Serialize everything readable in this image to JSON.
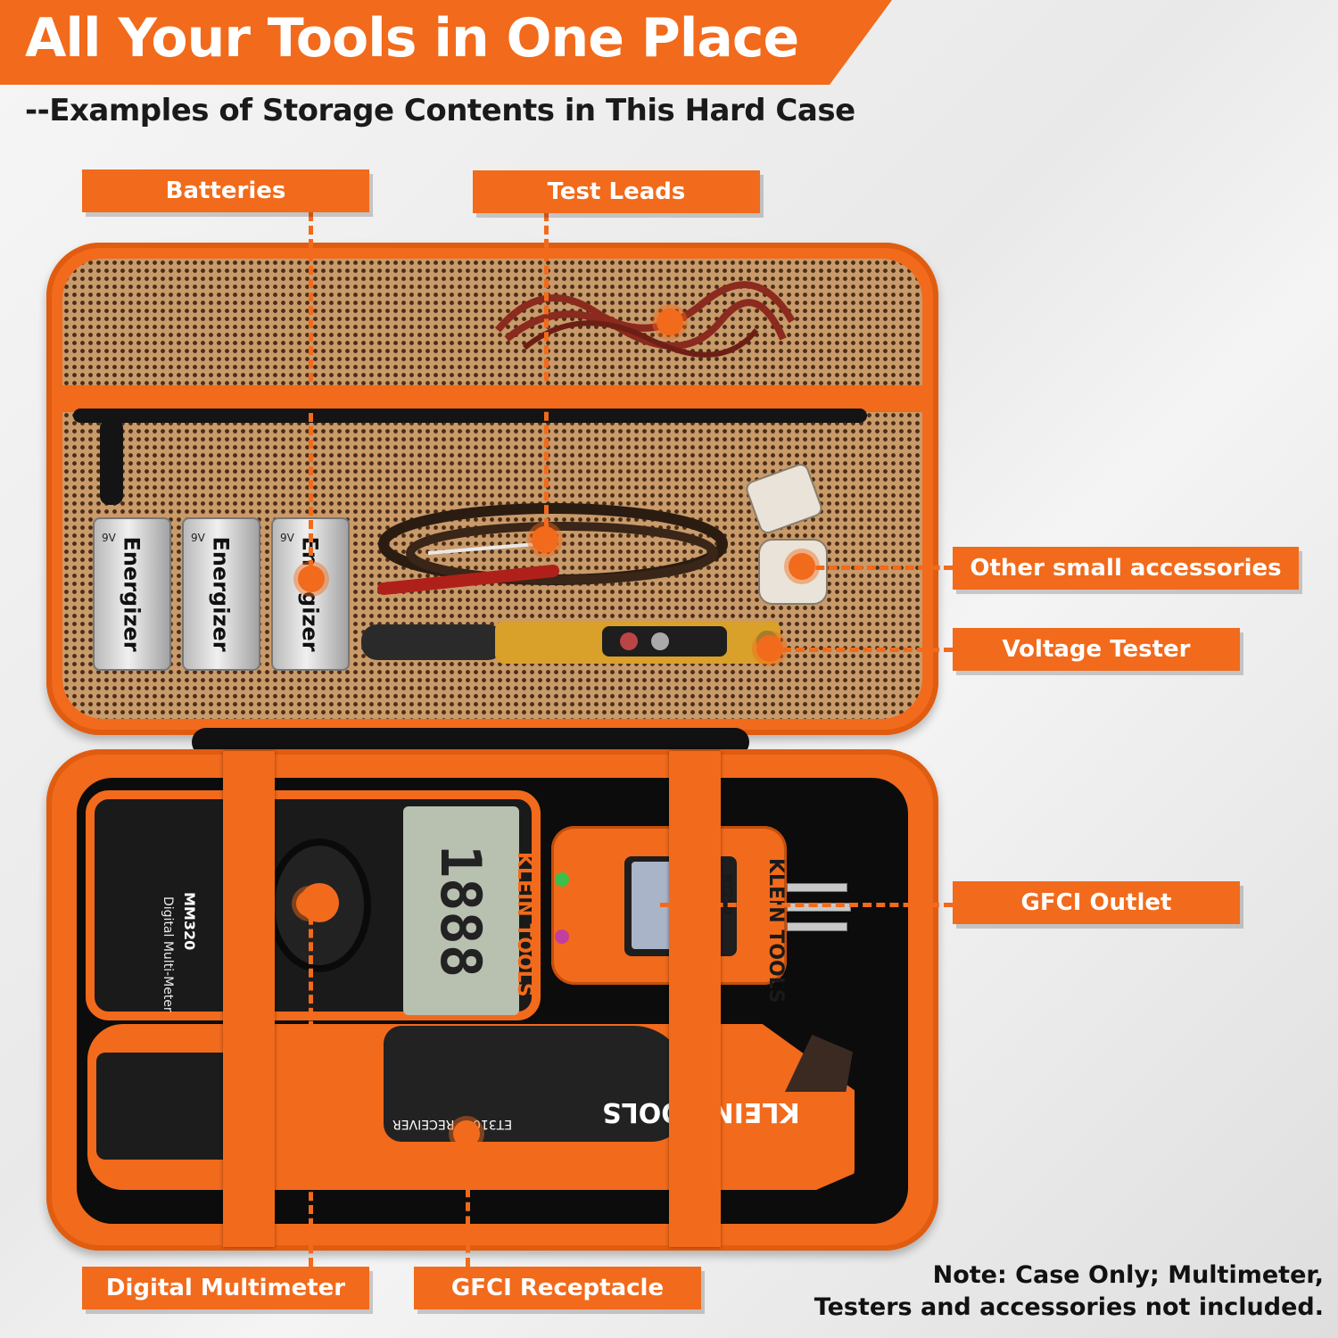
{
  "header": {
    "title": "All Your Tools in One Place",
    "subtitle": "--Examples of Storage Contents in This Hard Case"
  },
  "callouts": {
    "batteries": "Batteries",
    "test_leads": "Test Leads",
    "other_accessories": "Other small accessories",
    "voltage_tester": "Voltage Tester",
    "gfci_outlet": "GFCI Outlet",
    "digital_multimeter": "Digital Multimeter",
    "gfci_receptacle": "GFCI Receptacle"
  },
  "product_text": {
    "battery_brand": "Energizer",
    "battery_voltage": "9V",
    "meter_brand": "KLEIN TOOLS",
    "meter_model": "MM320",
    "meter_model_sub": "Digital Multi-Meter",
    "meter_display": "1888",
    "outlet_brand": "KLEIN TOOLS",
    "outlet_model": "RT250",
    "receptacle_brand": "KLEIN TOOLS",
    "receptacle_model": "ET310",
    "receptacle_sub": "RECEIVER"
  },
  "note": {
    "line1": "Note: Case Only; Multimeter,",
    "line2": "Testers and accessories not included."
  },
  "colors": {
    "accent": "#f26a1b",
    "text_dark": "#111111",
    "foam": "#0c0c0c"
  }
}
